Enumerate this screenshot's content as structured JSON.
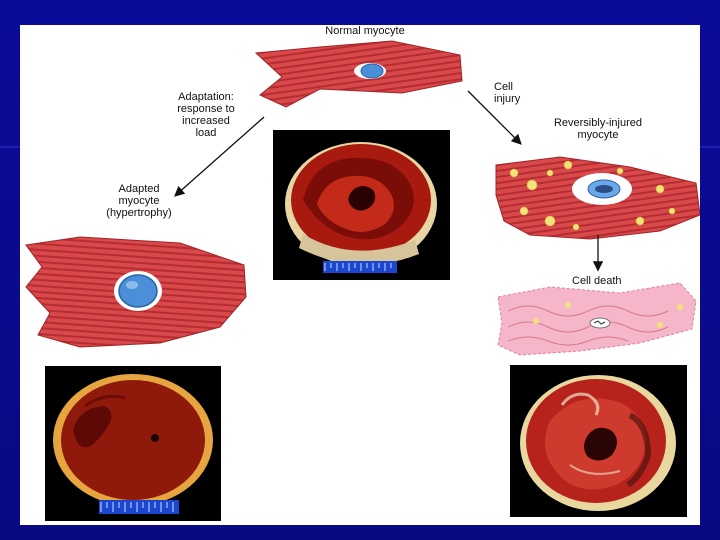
{
  "diagram": {
    "labels": {
      "normal": "Normal myocyte",
      "adaptation": "Adaptation:\nresponse to\nincreased\nload",
      "cell_injury": "Cell\ninjury",
      "reversibly_injured": "Reversibly-injured\nmyocyte",
      "adapted": "Adapted\nmyocyte\n(hypertrophy)",
      "cell_death": "Cell death"
    }
  },
  "colors": {
    "slide_background": "#0a0a8c",
    "panel": "#ffffff",
    "muscle": "#d9484a",
    "muscle_stripe": "#b52d30",
    "nucleus": "#4a8fd8",
    "injury_vacuole": "#f2e27a",
    "necrotic_tissue": "#f4b6c8",
    "photo_background": "#000000",
    "myocardium": "#a8190f"
  }
}
